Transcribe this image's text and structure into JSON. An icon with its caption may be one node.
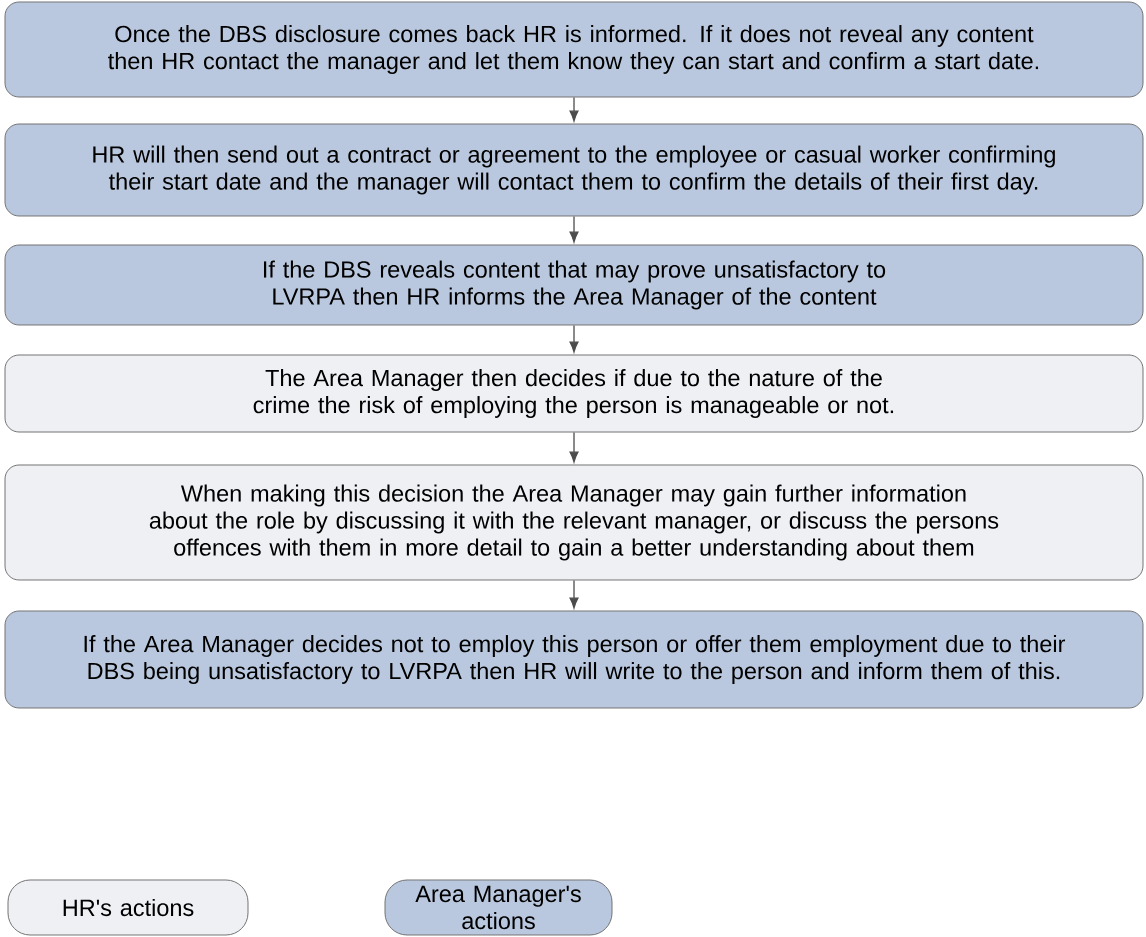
{
  "diagram": {
    "nodes": [
      {
        "text": [
          "Once the DBS disclosure comes back HR is informed. If it does not reveal any content then HR contact the manager and let them know they can start and confirm a start date."
        ]
      },
      {
        "text": [
          "HR will then send out a contract or agreement to the employee or casual worker confirming their start date and the manager will contact them to confirm the details of their first day."
        ]
      },
      {
        "text": [
          "If the DBS reveals content that may prove unsatisfactory to LVRPA then HR informs the Area Manager of the content"
        ]
      },
      {
        "text": [
          "The Area Manager then decides if due to the nature of the crime the risk of employing the person is manageable or not."
        ]
      },
      {
        "text": [
          "When making this decision the Area Manager may gain further information about the role by discussing it with the relevant manager, or discuss the persons offences with them in more detail to gain a better understanding about them"
        ]
      },
      {
        "text": [
          "If the Area Manager decides not to employ this person or offer them employment due to their DBS being unsatisfactory to LVRPA then HR will write to the person and inform them of this."
        ]
      }
    ],
    "edges": [
      {
        "from": 0,
        "to": 1,
        "arrow": "to"
      },
      {
        "from": 1,
        "to": 2,
        "arrow": "to"
      },
      {
        "from": 2,
        "to": 3,
        "arrow": "to"
      },
      {
        "from": 3,
        "to": 4,
        "arrow": "to"
      },
      {
        "from": 4,
        "to": 5,
        "arrow": "to"
      }
    ],
    "legend": [
      {
        "text": "HR's actions",
        "color": "#eef0f4"
      },
      {
        "text": "Area Manager's actions",
        "color": "#b9c8de"
      }
    ]
  }
}
